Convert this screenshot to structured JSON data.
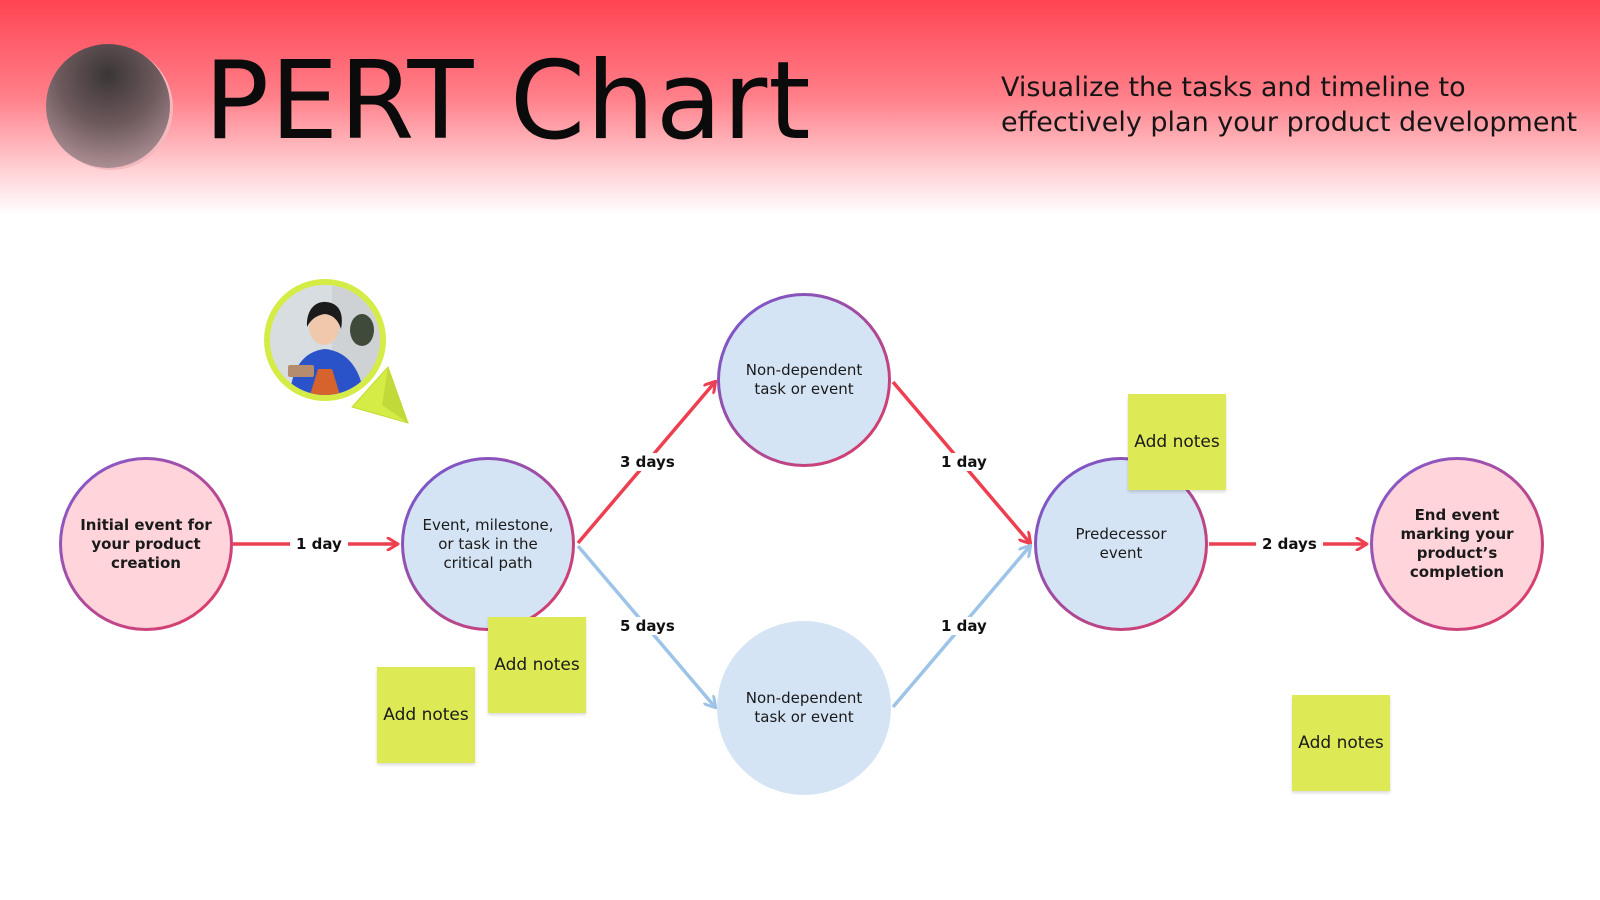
{
  "header": {
    "title": "PERT Chart",
    "subtitle": "Visualize the tasks and timeline to effectively plan your product development"
  },
  "colors": {
    "critical_path": "#ee3f50",
    "non_critical_path": "#9dc4e8",
    "sticky_note": "#ddea56",
    "avatar_ring": "#d6ec46"
  },
  "nodes": {
    "start": "Initial event for your product creation",
    "critical": "Event, milestone, or task in the critical path",
    "upper": "Non-dependent task or event",
    "lower": "Non-dependent task or event",
    "predecessor": "Predecessor event",
    "end": "End event marking your product’s completion"
  },
  "edges": {
    "start_to_critical": "1 day",
    "critical_to_upper": "3 days",
    "critical_to_lower": "5 days",
    "upper_to_predecessor": "1 day",
    "lower_to_predecessor": "1 day",
    "predecessor_to_end": "2 days"
  },
  "notes": {
    "note_1": "Add notes",
    "note_2": "Add notes",
    "note_3": "Add notes",
    "note_4": "Add notes"
  }
}
